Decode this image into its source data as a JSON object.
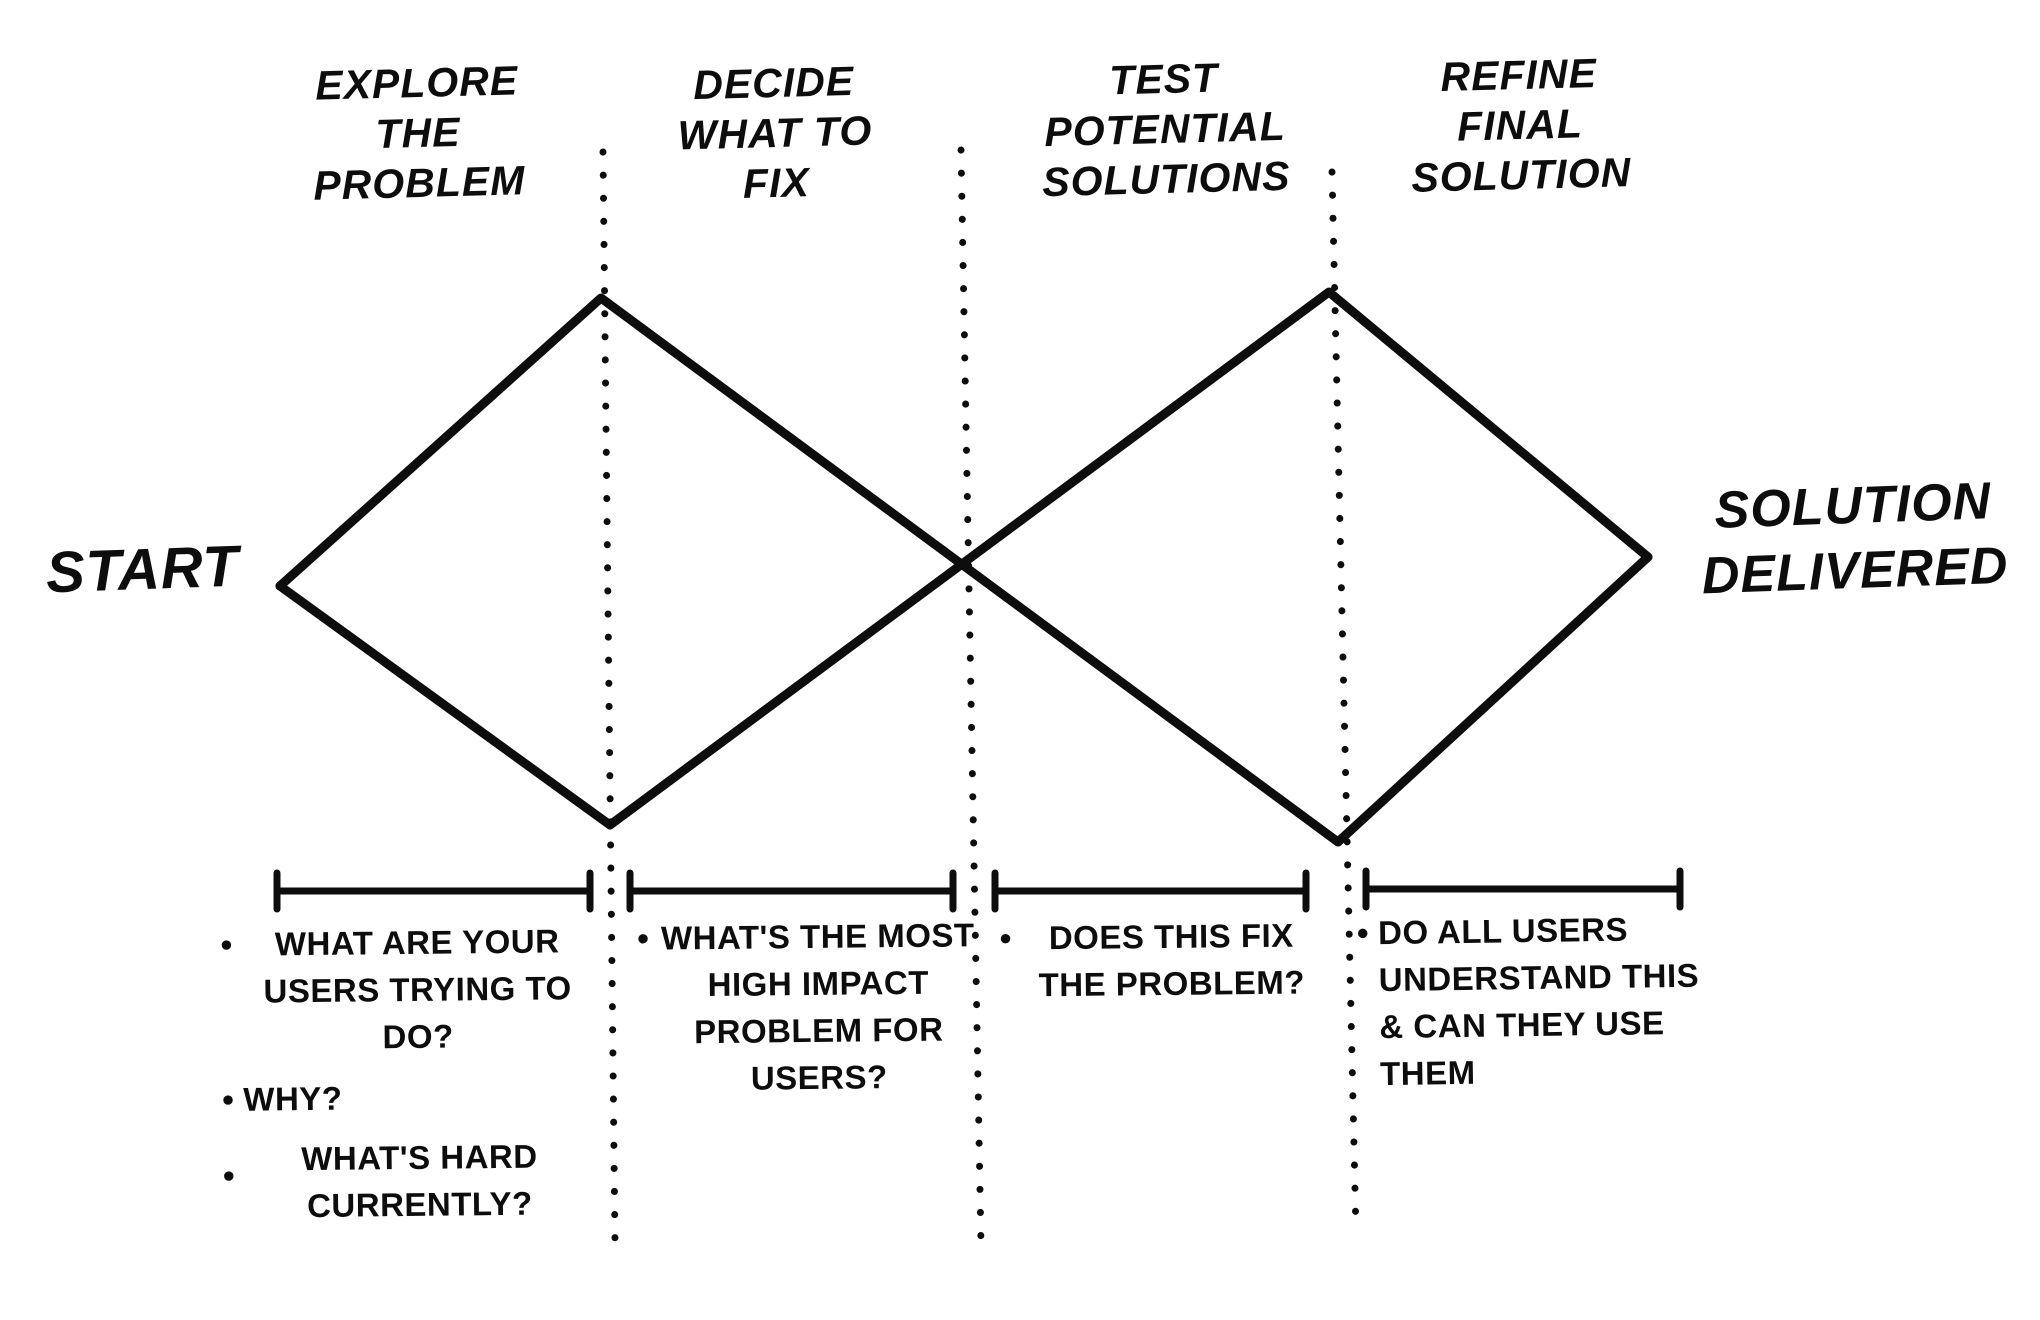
{
  "colors": {
    "ink": "#0d0d0d",
    "background": "#ffffff"
  },
  "bullet_glyph": "•",
  "start_label": "START",
  "end_label": "SOLUTION\nDELIVERED",
  "phases": [
    {
      "label": "EXPLORE\nTHE\nPROBLEM",
      "bullets": [
        "WHAT ARE YOUR\nUSERS TRYING TO\nDO?",
        "WHY?",
        "WHAT'S HARD\nCURRENTLY?"
      ]
    },
    {
      "label": "DECIDE\nWHAT TO\nFIX",
      "bullets": [
        "WHAT'S THE MOST\nHIGH IMPACT\nPROBLEM FOR\nUSERS?"
      ]
    },
    {
      "label": "TEST\nPOTENTIAL\nSOLUTIONS",
      "bullets": [
        "DOES THIS FIX\nTHE PROBLEM?"
      ]
    },
    {
      "label": "REFINE\nFINAL\nSOLUTION",
      "bullets": [
        "DO ALL USERS\nUNDERSTAND THIS\n& CAN THEY USE THEM"
      ]
    }
  ]
}
